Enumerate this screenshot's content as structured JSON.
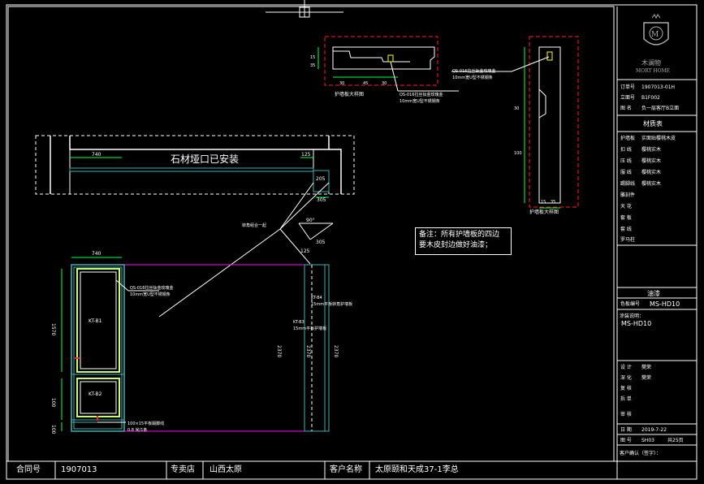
{
  "drawing": {
    "main_label": "石材垭口已安装",
    "note_lines": [
      "备注：所有护墙板的四边",
      "要木皮封边做好油漆；"
    ],
    "dim_top_left": "740",
    "dim_top_small": "125",
    "dim_side_small": "205",
    "dim_mid_305": "305",
    "dim_mid_305b": "305",
    "dim_angle": "90°",
    "dim_angle_label": "转角组合一起",
    "dim_bottom_left": "740",
    "dim_1570": "1570",
    "dim_100": "100",
    "dim_100b": "100",
    "dim_2370a": "2370",
    "dim_2370b": "2370",
    "dim_2370c": "2370",
    "label_kt_b1": "KT-B1",
    "label_kt_b2": "KT-B2",
    "label_kt_b3": "KT-B3",
    "label_kt_b4": "KT-B4",
    "callout_qs_1": "QS-016拉丝钛金玫瑰金",
    "callout_qs_1b": "10mm宽U型不锈钢条",
    "callout_qs_2": "QS-016拉丝钛金玫瑰金",
    "callout_qs_2b": "10mm宽U型不锈钢条",
    "callout_qs_3": "QS-016拉丝钛金玫瑰金",
    "callout_qs_3b": "10mm宽U型不锈钢条",
    "callout_board_a": "15mm平板转角护墙板",
    "callout_board_b": "15mm平板护墙板",
    "callout_skirt": "100×15平板踢脚线",
    "callout_skirt_b": "0.8 米/1条",
    "detail_top_caption": "护墙板大样图",
    "detail_right_caption": "护墙板大样图",
    "detail_top_dims": [
      "30",
      "45",
      "30"
    ],
    "detail_top_side": [
      "15",
      "35"
    ],
    "detail_right_dims": [
      "15",
      "35"
    ],
    "detail_right_side": [
      "30",
      "100"
    ]
  },
  "title_block": {
    "brand_cn": "木澜物",
    "brand_en": "MORT HOME",
    "rows": [
      {
        "k": "订单号",
        "v": "1907013-01H"
      },
      {
        "k": "立面号",
        "v": "B1F002"
      },
      {
        "k": "图 名",
        "v": "负一层客厅B立面"
      }
    ],
    "material_header": "材质表",
    "materials": [
      {
        "k": "护墙板",
        "v": "实面贴樱桃木皮"
      },
      {
        "k": "扣 线",
        "v": "樱桃实木"
      },
      {
        "k": "压 线",
        "v": "樱桃实木"
      },
      {
        "k": "服 线",
        "v": "樱桃实木"
      },
      {
        "k": "踢脚线",
        "v": "樱桃实木"
      },
      {
        "k": "雕刻件",
        "v": ""
      },
      {
        "k": "天 花",
        "v": ""
      },
      {
        "k": "套 板",
        "v": ""
      },
      {
        "k": "套 线",
        "v": ""
      },
      {
        "k": "罗马柱",
        "v": ""
      }
    ],
    "paint_header": "油漆",
    "color_label": "色板编号",
    "color_value": "MS-HD10",
    "paint_desc_label": "涂装说明：",
    "paint_desc_value": "MS-HD10",
    "sign_rows": [
      {
        "k": "设 计",
        "v": "樊荣"
      },
      {
        "k": "深 化",
        "v": "樊荣"
      },
      {
        "k": "复 核",
        "v": ""
      },
      {
        "k": "拆 单",
        "v": ""
      },
      {
        "k": "审 核",
        "v": ""
      },
      {
        "k": "日 期",
        "v": "2019-7-22"
      }
    ],
    "sheet_label": "图 号",
    "sheet_value": "SH03",
    "sheet_total": "共25页",
    "confirm_label": "客户确认（签字）："
  },
  "footer": {
    "contract_label": "合同号",
    "contract_value": "1907013",
    "store_label": "专卖店",
    "store_value": "山西太原",
    "client_label": "客户名称",
    "client_value": "太原颐和天成37-1李总"
  },
  "colors": {
    "frame": "#ffffff",
    "red": "#ff2020",
    "green": "#00ff40",
    "yellow": "#ffff00",
    "cyan": "#00ffff",
    "magenta": "#ff00ff",
    "teal": "#3fb0b0",
    "lime": "#c8ff6e"
  }
}
